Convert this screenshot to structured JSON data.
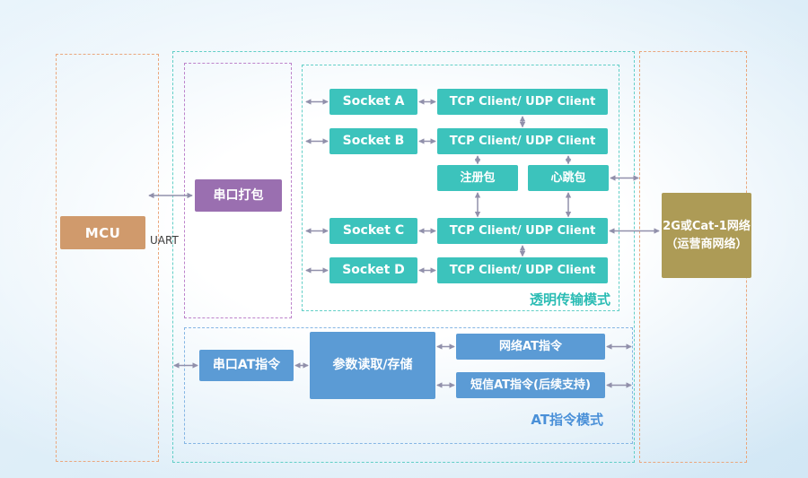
{
  "diagram": {
    "mcu_label": "MCU",
    "uart_label": "UART",
    "serial_pack_label": "串口打包",
    "transparent": {
      "section_label": "透明传输模式",
      "sockets": [
        "Socket A",
        "Socket B",
        "Socket C",
        "Socket D"
      ],
      "tcp_udp": [
        "TCP Client/ UDP Client",
        "TCP Client/ UDP Client",
        "TCP Client/ UDP Client",
        "TCP Client/ UDP Client"
      ],
      "register_packet": "注册包",
      "heartbeat_packet": "心跳包"
    },
    "at_mode": {
      "section_label": "AT指令模式",
      "serial_at": "串口AT指令",
      "param_rw": "参数读取/存储",
      "network_at": "网络AT指令",
      "sms_at": "短信AT指令(后续支持)"
    },
    "network": {
      "line1": "2G或Cat-1网络",
      "line2": "（运营商网络）"
    },
    "colors": {
      "teal_box": "#3cc3bc",
      "purple_box": "#9a6fb0",
      "blue_box": "#5b9bd5",
      "mcu_box": "#d09a6c",
      "network_box": "#ad9b56",
      "orange_dash": "#eaa77d",
      "teal_dash": "#62cfc7",
      "purple_dash": "#bd83cb",
      "blue_dash": "#85b6e4",
      "arrow": "#9190ab",
      "teal_label_text": "#2bbcb4",
      "blue_label_text": "#4a90d8"
    }
  }
}
